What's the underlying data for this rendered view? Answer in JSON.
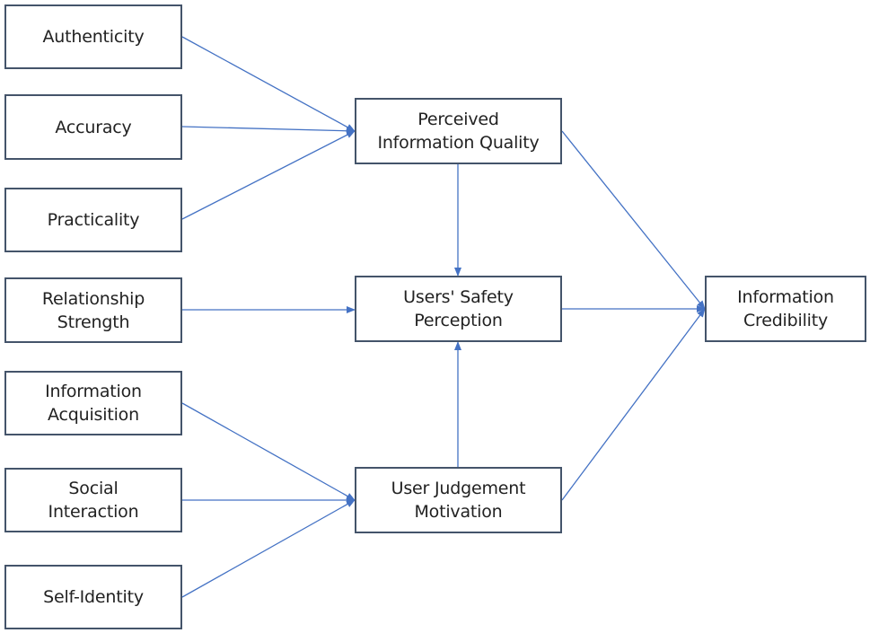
{
  "colors": {
    "connector": "#4472c4",
    "box_border": "#44546a",
    "text": "#222222"
  },
  "nodes": {
    "authenticity": "Authenticity",
    "accuracy": "Accuracy",
    "practicality": "Practicality",
    "relationship_strength": "Relationship\nStrength",
    "information_acquisition": "Information\nAcquisition",
    "social_interaction": "Social\nInteraction",
    "self_identity": "Self-Identity",
    "perceived_information_quality": "Perceived\nInformation Quality",
    "users_safety_perception": "Users' Safety\nPerception",
    "user_judgement_motivation": "User Judgement\nMotivation",
    "information_credibility": "Information\nCredibility"
  },
  "edges": [
    {
      "from": "authenticity",
      "to": "perceived_information_quality"
    },
    {
      "from": "accuracy",
      "to": "perceived_information_quality"
    },
    {
      "from": "practicality",
      "to": "perceived_information_quality"
    },
    {
      "from": "relationship_strength",
      "to": "users_safety_perception"
    },
    {
      "from": "information_acquisition",
      "to": "user_judgement_motivation"
    },
    {
      "from": "social_interaction",
      "to": "user_judgement_motivation"
    },
    {
      "from": "self_identity",
      "to": "user_judgement_motivation"
    },
    {
      "from": "perceived_information_quality",
      "to": "users_safety_perception"
    },
    {
      "from": "user_judgement_motivation",
      "to": "users_safety_perception"
    },
    {
      "from": "perceived_information_quality",
      "to": "information_credibility"
    },
    {
      "from": "users_safety_perception",
      "to": "information_credibility"
    },
    {
      "from": "user_judgement_motivation",
      "to": "information_credibility"
    }
  ]
}
